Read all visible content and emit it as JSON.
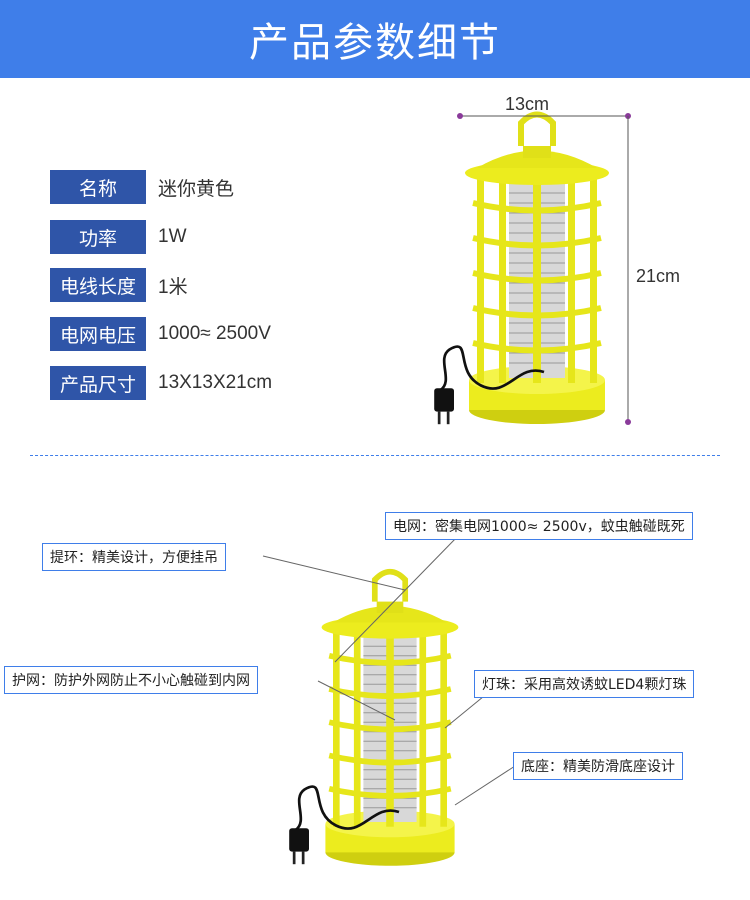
{
  "header": {
    "title": "产品参数细节"
  },
  "specs": [
    {
      "label": "名称",
      "value": "迷你黄色"
    },
    {
      "label": "功率",
      "value": "1W"
    },
    {
      "label": "电线长度",
      "value": "1米"
    },
    {
      "label": "电网电压",
      "value": "1000≈ 2500V"
    },
    {
      "label": "产品尺寸",
      "value": "13X13X21cm"
    }
  ],
  "dimensions": {
    "width": "13cm",
    "height": "21cm"
  },
  "callouts": {
    "grid": "电网：密集电网1000≈ 2500v，蚊虫触碰既死",
    "handle": "提环：精美设计，方便挂吊",
    "guard": "护网：防护外网防止不小心触碰到内网",
    "lamp": "灯珠：采用高效诱蚊LED4颗灯珠",
    "base": "底座：精美防滑底座设计"
  },
  "colors": {
    "header": "#3f7ee9",
    "label_bg": "#2f55a8",
    "lamp_yellow": "#ecec1e"
  }
}
